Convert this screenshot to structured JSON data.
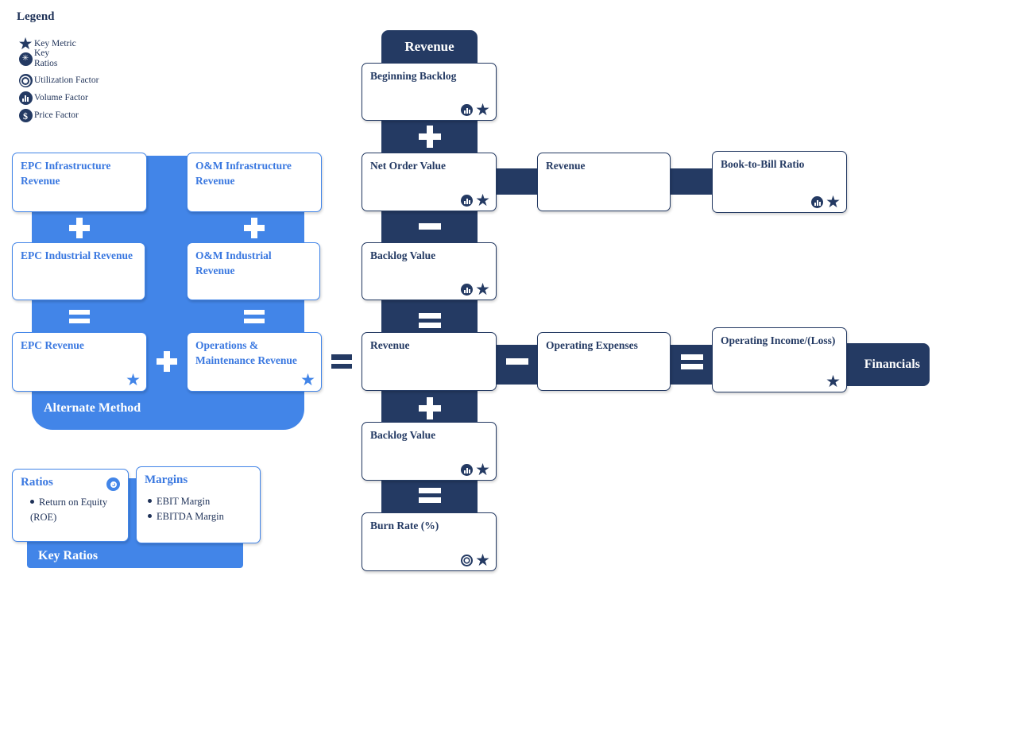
{
  "legend": {
    "title": "Legend",
    "items": [
      {
        "icon": "star-icon",
        "label": "Key Metric"
      },
      {
        "icon": "gear-icon",
        "label": "Key\nRatios",
        "line1": "Key",
        "line2": "Ratios"
      },
      {
        "icon": "utilization-icon",
        "label": "Utilization Factor"
      },
      {
        "icon": "volume-icon",
        "label": "Volume Factor"
      },
      {
        "icon": "price-icon",
        "label": "Price Factor"
      }
    ]
  },
  "alternate_method": {
    "label": "Alternate Method",
    "boxes": {
      "epc_infrastructure": "EPC Infrastructure Revenue",
      "om_infrastructure": "O&M Infrastructure Revenue",
      "epc_industrial": "EPC Industrial Revenue",
      "om_industrial": "O&M Industrial Revenue",
      "epc_revenue": "EPC Revenue",
      "om_revenue": "Operations & Maintenance Revenue"
    },
    "operators": {
      "plus_left": "+",
      "plus_right": "+",
      "equals_left": "=",
      "equals_right": "=",
      "plus_bottom": "+",
      "equals_out": "="
    }
  },
  "key_ratios": {
    "label": "Key Ratios",
    "ratios_card": {
      "title": "Ratios",
      "icon": "gear-icon",
      "items": [
        "Return on Equity (ROE)"
      ]
    },
    "margins_card": {
      "title": "Margins",
      "items": [
        "EBIT Margin",
        "EBITDA Margin"
      ]
    }
  },
  "revenue_column": {
    "header": "Revenue",
    "steps": [
      {
        "label": "Beginning Backlog",
        "icons": [
          "volume-icon",
          "star-icon"
        ],
        "op_after": "+"
      },
      {
        "label": "Net Order Value",
        "icons": [
          "volume-icon",
          "star-icon"
        ],
        "op_after": "−"
      },
      {
        "label": "Backlog Value",
        "icons": [
          "volume-icon",
          "star-icon"
        ],
        "op_after": "="
      },
      {
        "label": "Revenue",
        "icons": [],
        "op_after": "+"
      },
      {
        "label": "Backlog Value",
        "icons": [
          "volume-icon",
          "star-icon"
        ],
        "op_after": "="
      },
      {
        "label": "Burn Rate (%)",
        "icons": [
          "utilization-icon",
          "star-icon"
        ],
        "op_after": ""
      }
    ]
  },
  "book_to_bill_row": {
    "op_plus": "+",
    "revenue": "Revenue",
    "op_equals": "=",
    "result": "Book-to-Bill Ratio",
    "result_icons": [
      "volume-icon",
      "star-icon"
    ]
  },
  "financials_row": {
    "revenue": "Revenue",
    "op_minus": "−",
    "operating_expenses": "Operating Expenses",
    "op_equals": "=",
    "operating_income": "Operating Income/(Loss)",
    "operating_income_icons": [
      "star-icon"
    ],
    "financials_label": "Financials"
  },
  "colors": {
    "navy": "#243a63",
    "blue": "#4285e8",
    "blue_text": "#3a78e0",
    "white": "#ffffff"
  }
}
